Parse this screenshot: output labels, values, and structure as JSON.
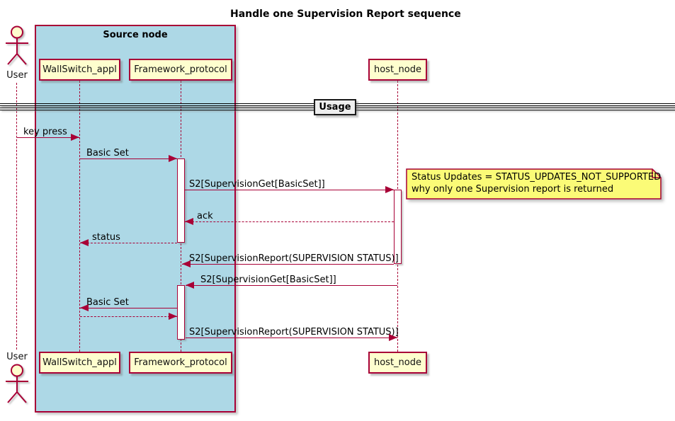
{
  "title": "Handle one Supervision Report sequence",
  "source_box": {
    "label": "Source node"
  },
  "actor": {
    "label": "User"
  },
  "participants": {
    "wallswitch": {
      "label": "WallSwitch_appl"
    },
    "framework": {
      "label": "Framework_protocol"
    },
    "host": {
      "label": "host_node"
    }
  },
  "divider": {
    "label": "Usage"
  },
  "messages": [
    {
      "from": "User",
      "to": "WallSwitch_appl",
      "label": "key press",
      "style": "solid"
    },
    {
      "from": "WallSwitch_appl",
      "to": "Framework_protocol",
      "label": "Basic Set",
      "style": "solid"
    },
    {
      "from": "Framework_protocol",
      "to": "host_node",
      "label": "S2[SupervisionGet[BasicSet]]",
      "style": "solid"
    },
    {
      "from": "host_node",
      "to": "Framework_protocol",
      "label": "ack",
      "style": "dashed"
    },
    {
      "from": "Framework_protocol",
      "to": "WallSwitch_appl",
      "label": "status",
      "style": "dashed"
    },
    {
      "from": "host_node",
      "to": "Framework_protocol",
      "label": "S2[SupervisionReport(SUPERVISION STATUS)]",
      "style": "solid"
    },
    {
      "from": "host_node",
      "to": "Framework_protocol",
      "label": "S2[SupervisionGet[BasicSet]]",
      "style": "solid"
    },
    {
      "from": "Framework_protocol",
      "to": "WallSwitch_appl",
      "label": "Basic Set",
      "style": "solid"
    },
    {
      "from": "WallSwitch_appl",
      "to": "Framework_protocol",
      "label": "",
      "style": "dashed"
    },
    {
      "from": "Framework_protocol",
      "to": "host_node",
      "label": "S2[SupervisionReport(SUPERVISION STATUS)]",
      "style": "solid"
    }
  ],
  "note": {
    "line1": "Status Updates = STATUS_UPDATES_NOT_SUPPORTED",
    "line2": "why only one Supervision report is returned"
  },
  "colors": {
    "stroke": "#A80036",
    "participant_fill": "#FEFECE",
    "note_fill": "#FBFB77",
    "source_box_fill": "#ADD8E6",
    "divider_fill": "#EEEEEE"
  }
}
